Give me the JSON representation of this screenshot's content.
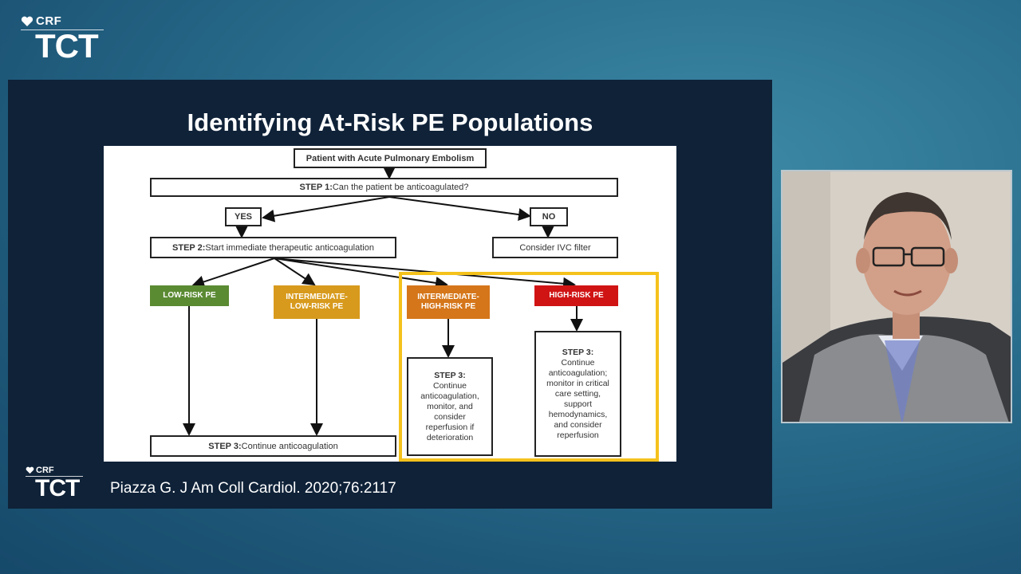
{
  "branding": {
    "crf_label": "CRF",
    "tct_label": "TCT"
  },
  "slide": {
    "title": "Identifying At-Risk PE Populations",
    "citation": "Piazza G. J Am Coll Cardiol. 2020;76:2117",
    "flowchart": {
      "top_box": "Patient with Acute Pulmonary Embolism",
      "step1_prefix": "STEP 1:",
      "step1_text": " Can the patient be anticoagulated?",
      "yes": "YES",
      "no": "NO",
      "step2_prefix": "STEP 2:",
      "step2_text": " Start immediate therapeutic anticoagulation",
      "ivc": "Consider IVC filter",
      "low_risk": "LOW-RISK PE",
      "int_low_line1": "INTERMEDIATE-",
      "int_low_line2": "LOW-RISK PE",
      "int_high_line1": "INTERMEDIATE-",
      "int_high_line2": "HIGH-RISK PE",
      "high_risk": "HIGH-RISK PE",
      "step3_left_prefix": "STEP 3:",
      "step3_left_text": " Continue anticoagulation",
      "step3_mid_title": "STEP 3:",
      "step3_mid_text": "Continue anticoagulation, monitor, and consider reperfusion if deterioration",
      "step3_right_title": "STEP 3:",
      "step3_right_text": "Continue anticoagulation; monitor in critical care setting, support hemodynamics, and consider reperfusion",
      "colors": {
        "low": "#5a8a32",
        "int_low": "#d89a1c",
        "int_high": "#d5761a",
        "high": "#d01414",
        "highlight": "#f5c21c"
      }
    }
  }
}
